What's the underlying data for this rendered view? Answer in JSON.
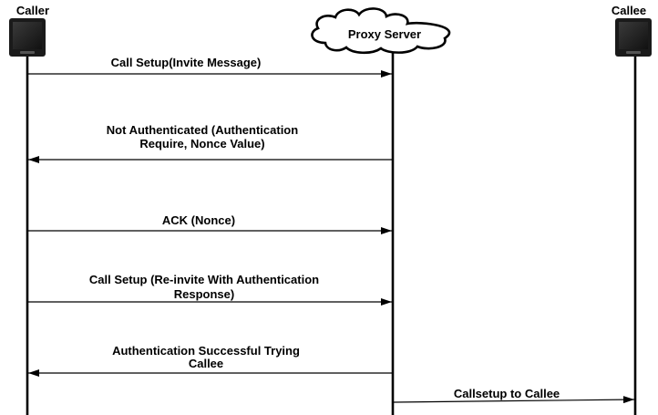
{
  "participants": {
    "caller": {
      "label": "Caller"
    },
    "proxy": {
      "label": "Proxy Server"
    },
    "callee": {
      "label": "Callee"
    }
  },
  "messages": [
    {
      "from": "caller",
      "to": "proxy",
      "lines": [
        "Call Setup(Invite Message)"
      ]
    },
    {
      "from": "proxy",
      "to": "caller",
      "lines": [
        "Not Authenticated (Authentication",
        "Require, Nonce Value)"
      ]
    },
    {
      "from": "caller",
      "to": "proxy",
      "lines": [
        "ACK (Nonce)"
      ]
    },
    {
      "from": "caller",
      "to": "proxy",
      "lines": [
        "Call Setup (Re-invite With Authentication",
        "Response)"
      ]
    },
    {
      "from": "proxy",
      "to": "caller",
      "lines": [
        "Authentication Successful Trying",
        "Callee"
      ]
    },
    {
      "from": "proxy",
      "to": "callee",
      "lines": [
        "Callsetup to Callee"
      ]
    }
  ]
}
